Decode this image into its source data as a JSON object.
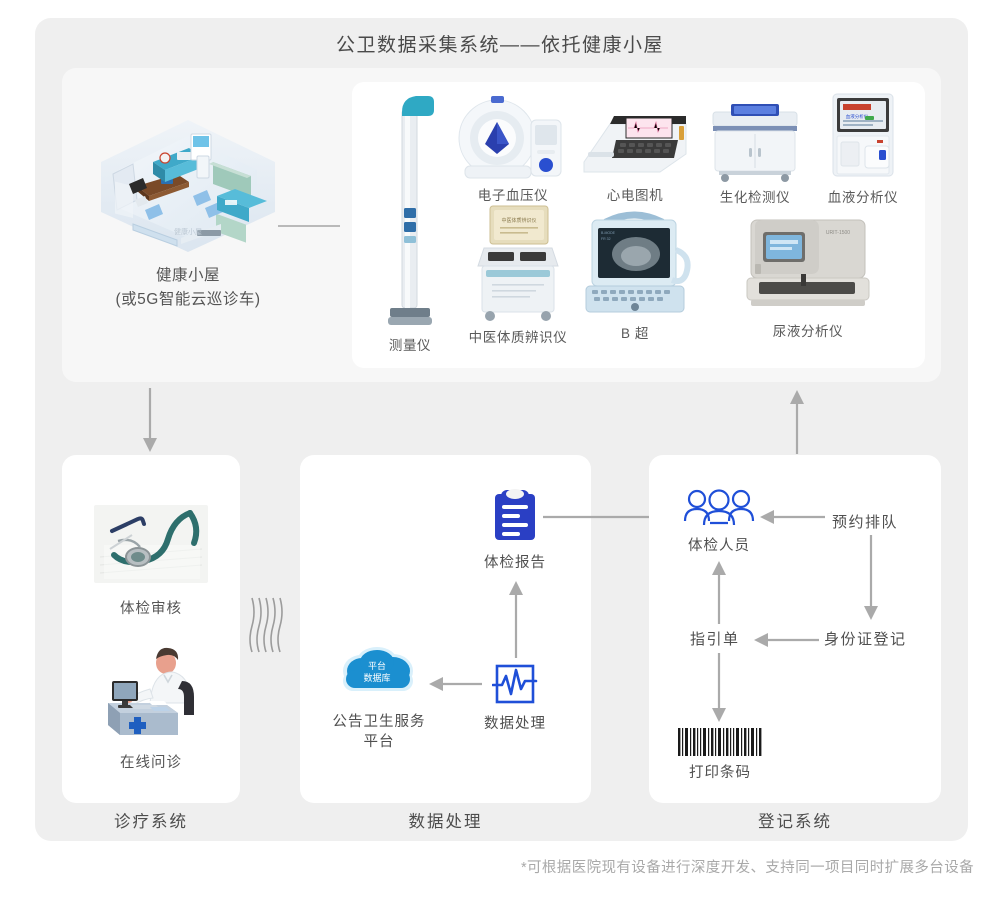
{
  "title": "公卫数据采集系统——依托健康小屋",
  "cabin": {
    "label_line1": "健康小屋",
    "label_line2": "(或5G智能云巡诊车)",
    "icon": "health-cabin-isometric-room"
  },
  "devices": [
    {
      "name": "测量仪",
      "icon": "height-weight-scale"
    },
    {
      "name": "电子血压仪",
      "icon": "electronic-blood-pressure-monitor"
    },
    {
      "name": "心电图机",
      "icon": "ecg-machine"
    },
    {
      "name": "生化检测仪",
      "icon": "biochemical-analyzer"
    },
    {
      "name": "血液分析仪",
      "icon": "blood-analyzer"
    },
    {
      "name": "中医体质辨识仪",
      "icon": "tcm-constitution-identifier"
    },
    {
      "name": "B 超",
      "icon": "ultrasound-b-scan"
    },
    {
      "name": "尿液分析仪",
      "icon": "urine-analyzer"
    }
  ],
  "panels": {
    "diagnosis": {
      "caption": "诊疗系统",
      "items": [
        {
          "label": "体检审核",
          "icon": "stethoscope-photo"
        },
        {
          "label": "在线问诊",
          "icon": "online-doctor-desk"
        }
      ]
    },
    "data": {
      "caption": "数据处理",
      "report": {
        "label": "体检报告",
        "icon": "clipboard-report-icon"
      },
      "processing": {
        "label": "数据处理",
        "icon": "waveform-square-icon"
      },
      "cloud": {
        "label_line1": "公告卫生服务",
        "label_line2": "平台",
        "icon": "cloud-database-icon",
        "cloud_text_line1": "平台",
        "cloud_text_line2": "数据库"
      }
    },
    "registration": {
      "caption": "登记系统",
      "people": {
        "label": "体检人员",
        "icon": "group-people-icon"
      },
      "queue": {
        "label": "预约排队"
      },
      "id_register": {
        "label": "身份证登记"
      },
      "guide_sheet": {
        "label": "指引单"
      },
      "barcode": {
        "label": "打印条码",
        "icon": "barcode-icon"
      }
    }
  },
  "footnote": "*可根据医院现有设备进行深度开发、支持同一项目同时扩展多台设备",
  "colors": {
    "page_bg": "#ffffff",
    "outer_panel": "#efefef",
    "top_card": "#f7f7f7",
    "white_card": "#ffffff",
    "accent_blue": "#2a4fd0",
    "cloud_blue": "#1b8fd0",
    "arrow_gray": "#a9a9a9",
    "text_gray": "#4a4a4a"
  }
}
